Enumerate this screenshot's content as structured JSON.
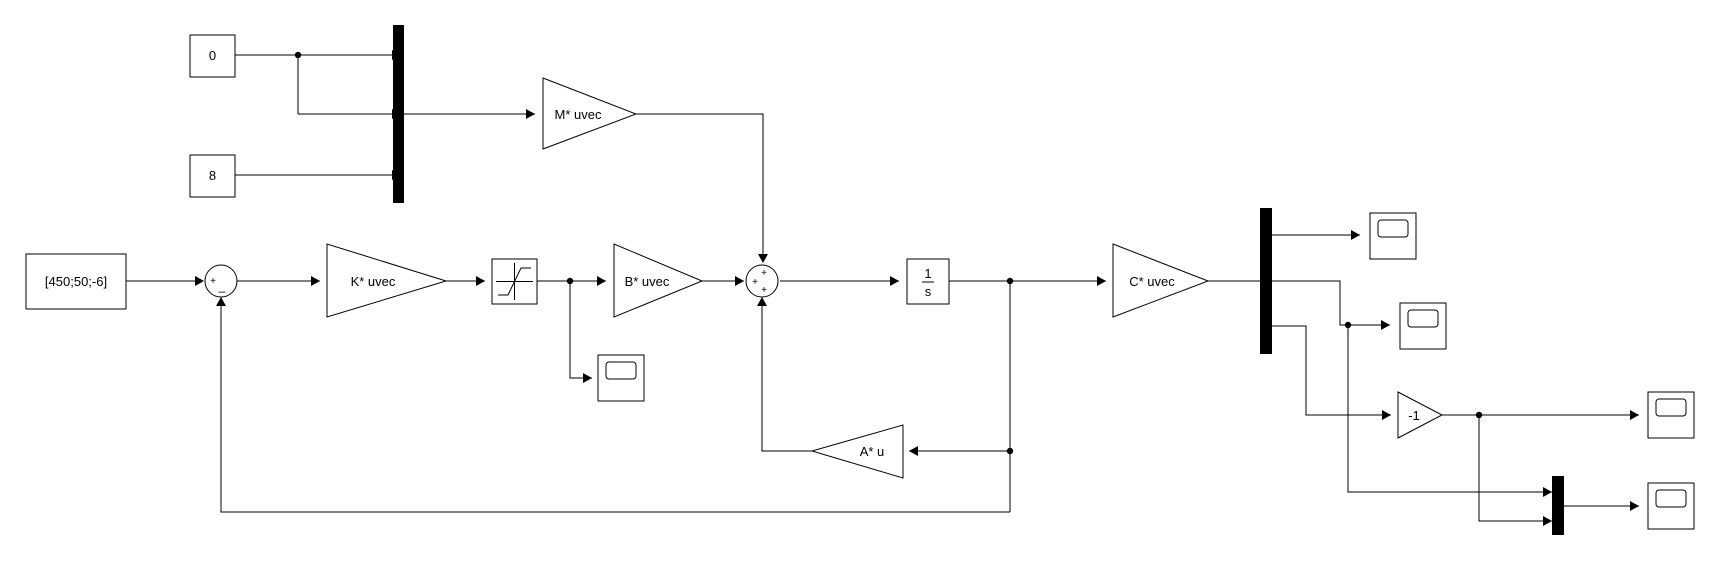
{
  "blocks": {
    "const_zero": "0",
    "const_eight": "8",
    "const_ref": "[450;50;-6]",
    "gain_m": "M* uvec",
    "gain_k": "K* uvec",
    "gain_b": "B* uvec",
    "gain_c": "C* uvec",
    "gain_a": "A* u",
    "gain_neg": "-1",
    "integrator_num": "1",
    "integrator_den": "s"
  },
  "sum_error": {
    "top_sign": "+",
    "bottom_sign": "_"
  },
  "sum_main": {
    "signs": [
      "+",
      "+",
      "+"
    ]
  },
  "colors": {
    "line": "#000000",
    "background": "#ffffff",
    "mux_bar": "#000000"
  }
}
